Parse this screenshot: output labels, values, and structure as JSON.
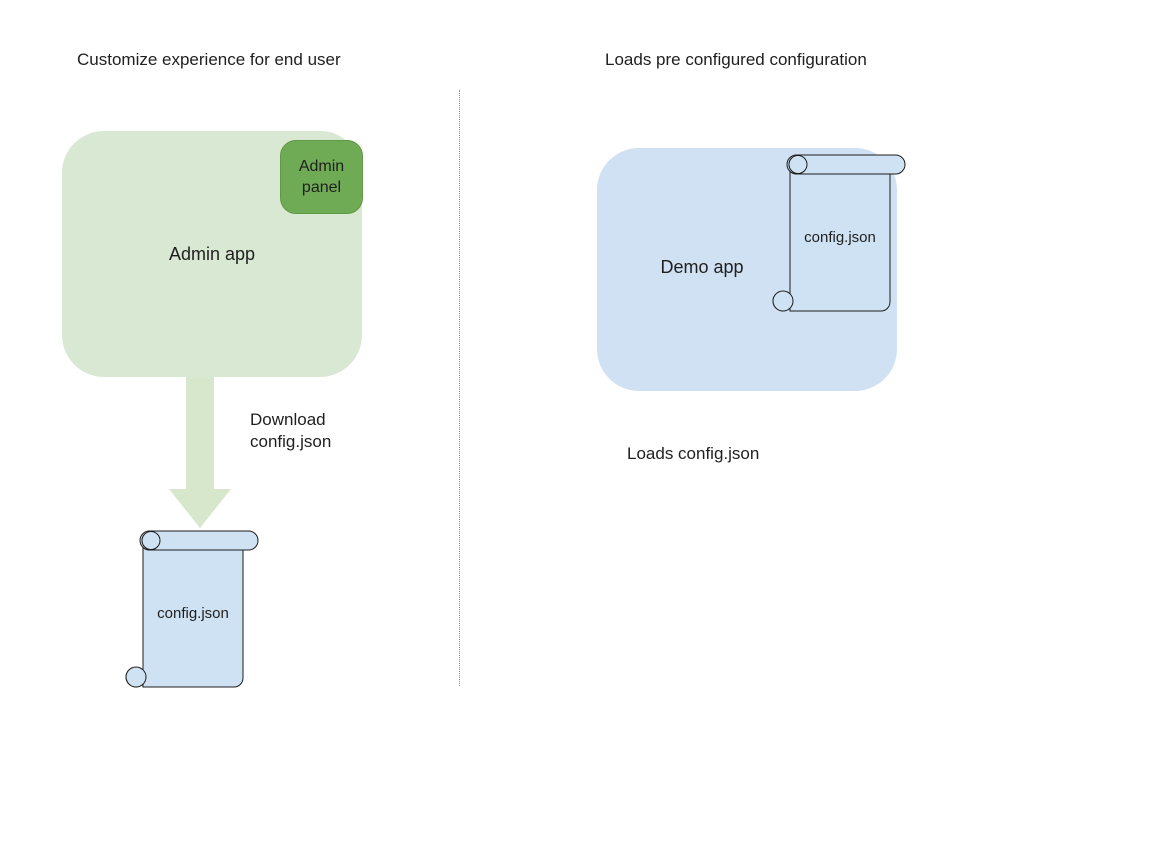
{
  "left": {
    "title": "Customize experience for end user",
    "admin_app_label": "Admin app",
    "admin_panel_label": "Admin panel",
    "download_label": "Download\nconfig.json",
    "config_file_label": "config.json"
  },
  "right": {
    "title": "Loads pre configured configuration",
    "demo_app_label": "Demo app",
    "config_file_label": "config.json",
    "loads_label": "Loads config.json"
  },
  "colors": {
    "app_green": "#d9e8d2",
    "panel_green": "#6faa55",
    "panel_green_border": "#619946",
    "arrow_green": "#d6e7cb",
    "file_blue": "#cfe2f3",
    "demo_blue": "#cfe1f2",
    "curl_gray": "#a9b2ba",
    "outline": "#1c1c1c",
    "divider_gray": "#8f8f8f"
  }
}
